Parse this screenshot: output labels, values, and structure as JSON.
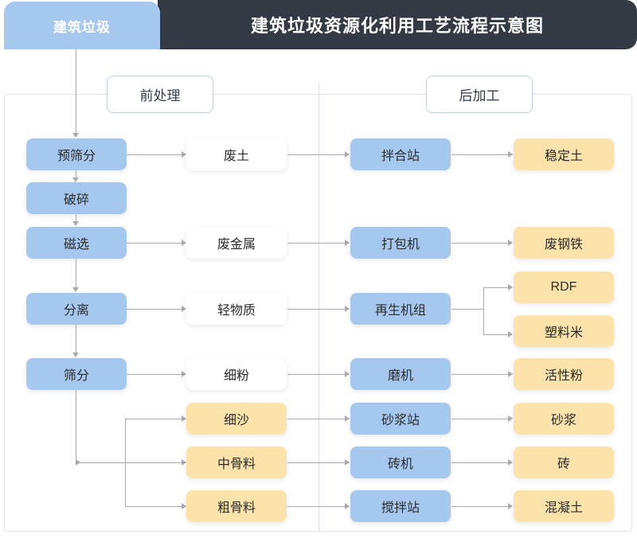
{
  "header": {
    "tab_label": "建筑垃圾",
    "title": "建筑垃圾资源化利用工艺流程示意图"
  },
  "sections": {
    "pre_label": "前处理",
    "post_label": "后加工"
  },
  "colors": {
    "header_bar": "#343a44",
    "accent_blue": "#a6c8ef",
    "accent_amber": "#fbe3ab",
    "node_white": "#ffffff",
    "connector": "#a9a9ad",
    "frame_border": "#e3e1ea"
  },
  "nodes": {
    "col1": [
      {
        "id": "pre-screen",
        "label": "预筛分"
      },
      {
        "id": "crush",
        "label": "破碎"
      },
      {
        "id": "magnetic",
        "label": "磁选"
      },
      {
        "id": "separate",
        "label": "分离"
      },
      {
        "id": "screen",
        "label": "筛分"
      }
    ],
    "col2": [
      {
        "id": "waste-soil",
        "label": "废土"
      },
      {
        "id": "waste-metal",
        "label": "废金属"
      },
      {
        "id": "light-material",
        "label": "轻物质"
      },
      {
        "id": "fine-powder",
        "label": "细粉"
      },
      {
        "id": "fine-sand",
        "label": "细沙"
      },
      {
        "id": "medium-aggregate",
        "label": "中骨料"
      },
      {
        "id": "coarse-aggregate",
        "label": "粗骨料"
      }
    ],
    "col3": [
      {
        "id": "mixing-station",
        "label": "拌合站"
      },
      {
        "id": "baler",
        "label": "打包机"
      },
      {
        "id": "recycle-unit",
        "label": "再生机组"
      },
      {
        "id": "mill",
        "label": "磨机"
      },
      {
        "id": "mortar-station",
        "label": "砂浆站"
      },
      {
        "id": "brick-machine",
        "label": "砖机"
      },
      {
        "id": "batching-plant",
        "label": "搅拌站"
      }
    ],
    "col4": [
      {
        "id": "stabilized-soil",
        "label": "稳定土"
      },
      {
        "id": "scrap-steel",
        "label": "废钢铁"
      },
      {
        "id": "rdf",
        "label": "RDF"
      },
      {
        "id": "plastic-pellet",
        "label": "塑料米"
      },
      {
        "id": "active-powder",
        "label": "活性粉"
      },
      {
        "id": "mortar",
        "label": "砂浆"
      },
      {
        "id": "brick",
        "label": "砖"
      },
      {
        "id": "concrete",
        "label": "混凝土"
      }
    ]
  }
}
